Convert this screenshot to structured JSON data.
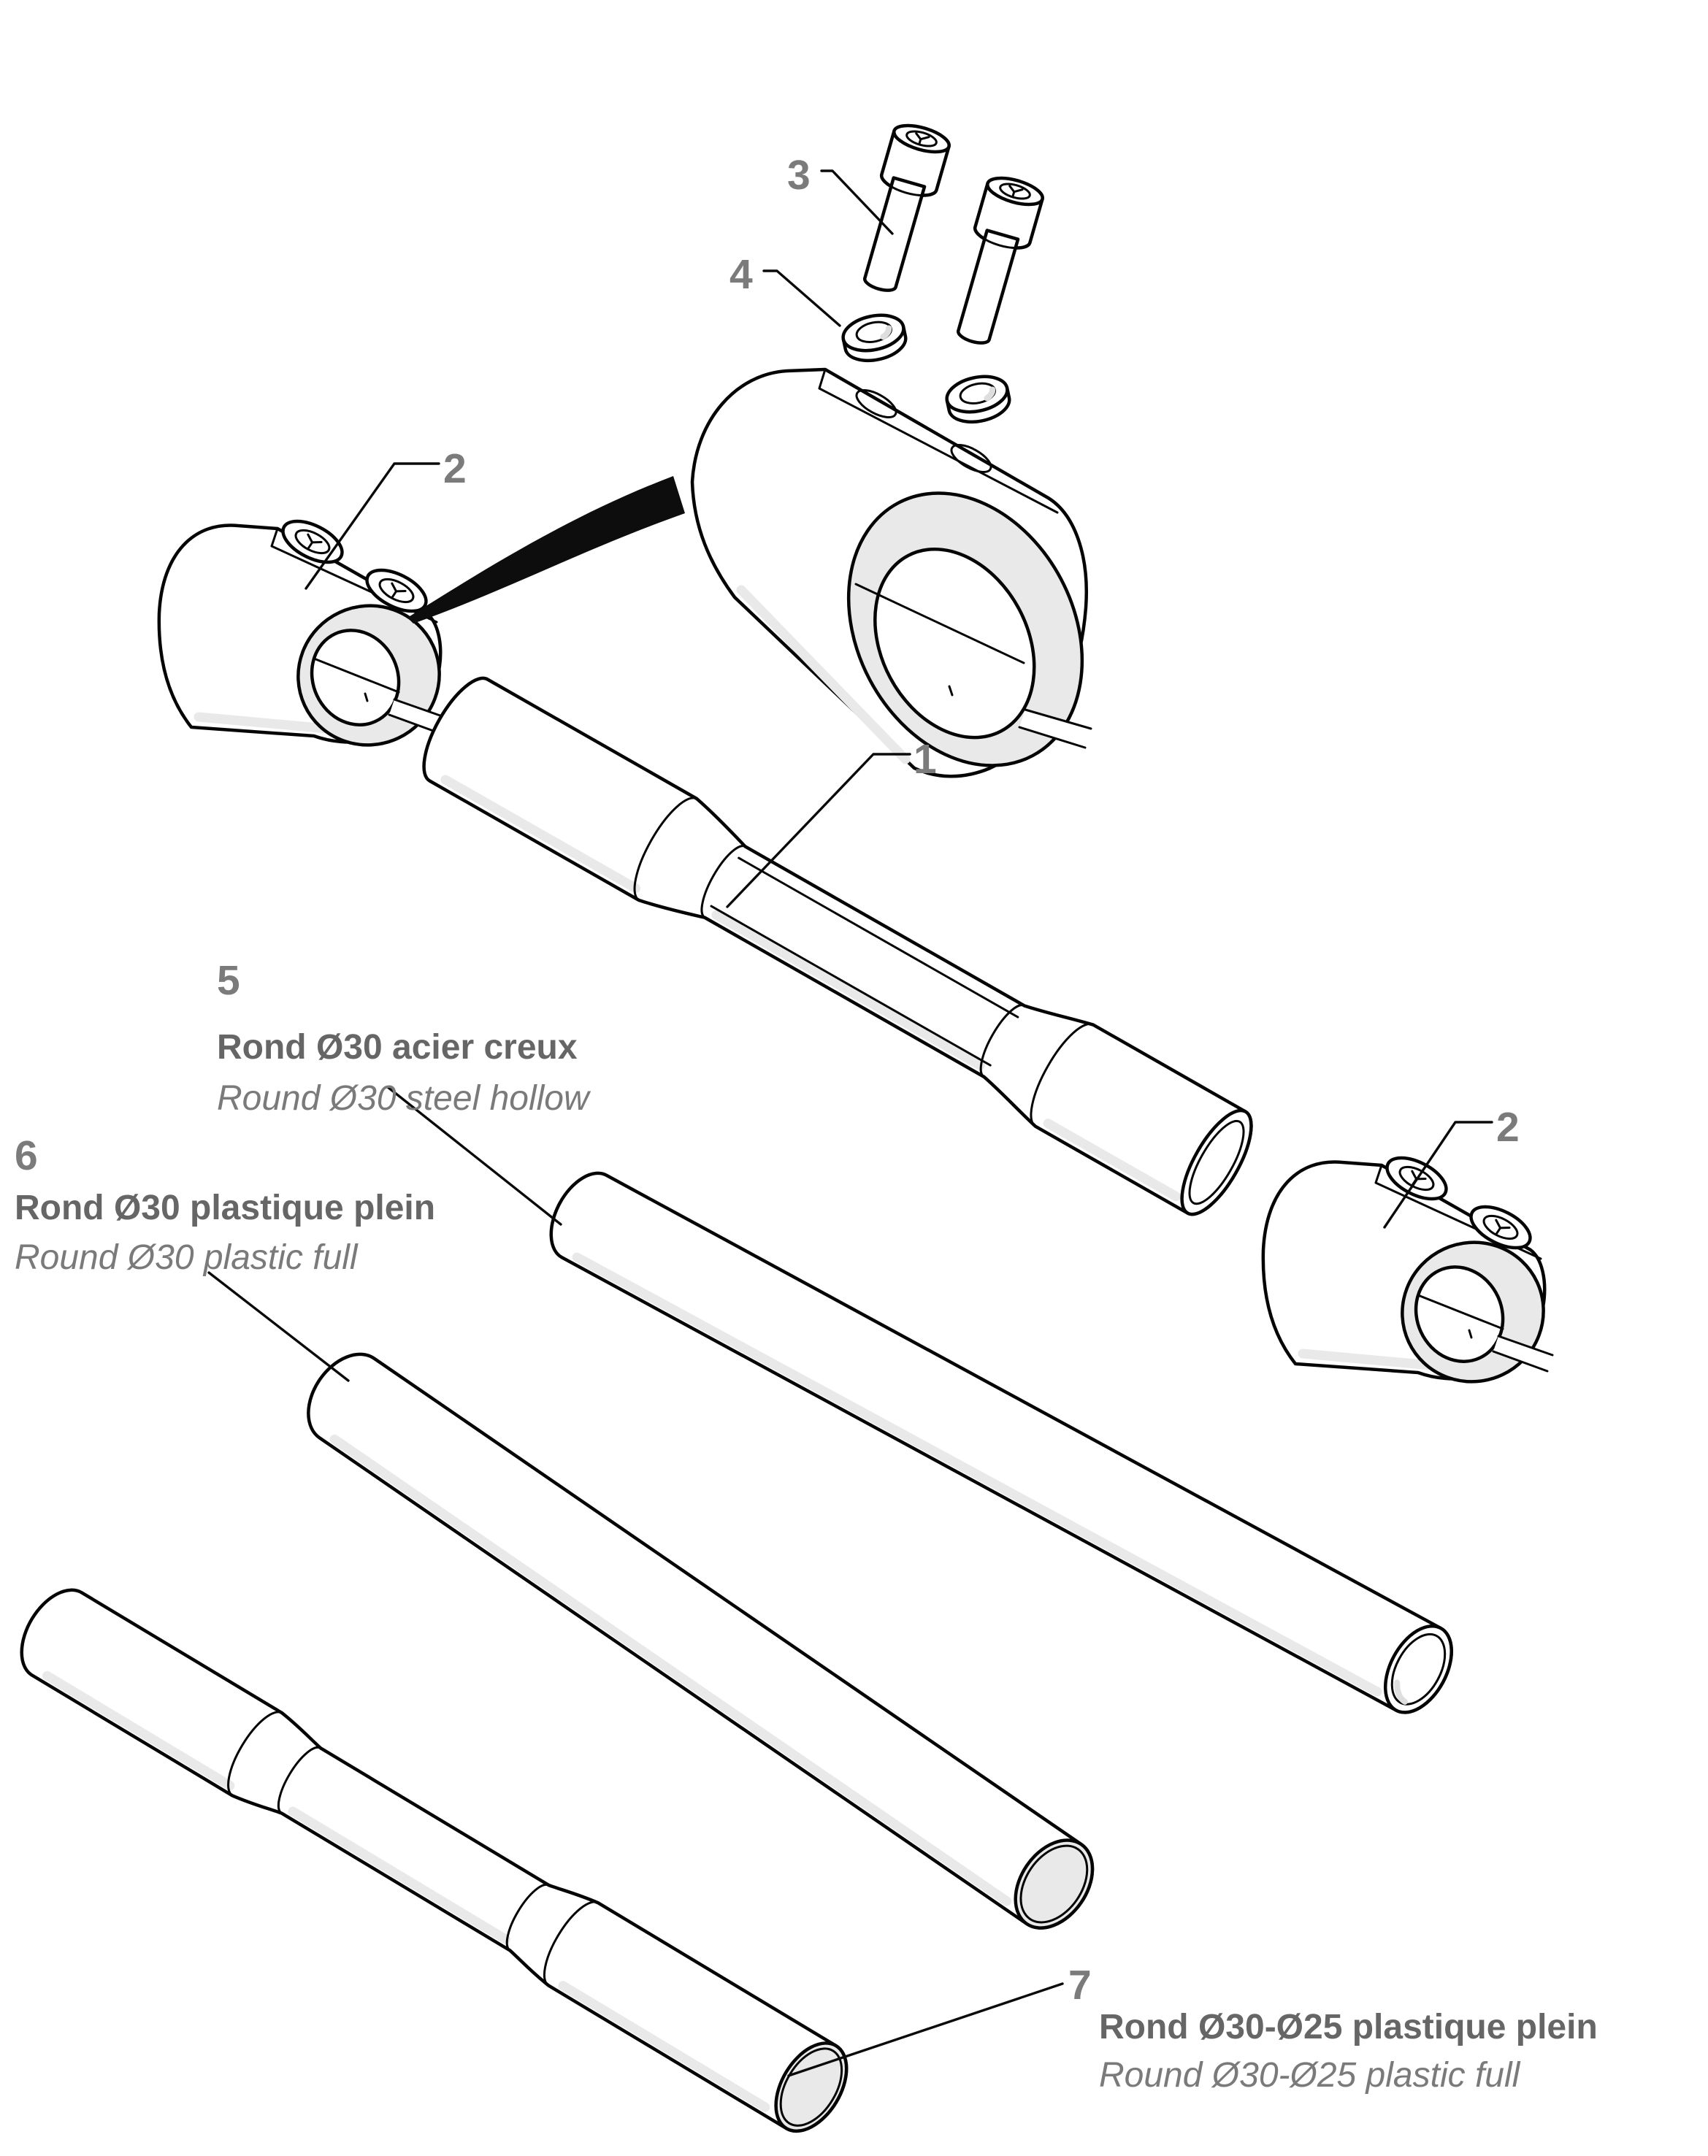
{
  "diagram": {
    "background_color": "#ffffff",
    "line_color": "#050505",
    "shade_color": "#e9e9e9",
    "number_color": "#7b7b7b",
    "text_color_fr": "#666666",
    "text_color_en": "#7a7a7a",
    "callouts": {
      "c1": {
        "number": "1"
      },
      "c2_left": {
        "number": "2"
      },
      "c2_right": {
        "number": "2"
      },
      "c3": {
        "number": "3"
      },
      "c4": {
        "number": "4"
      },
      "c5": {
        "number": "5",
        "title_fr": "Rond Ø30 acier creux",
        "title_en": "Round Ø30 steel hollow"
      },
      "c6": {
        "number": "6",
        "title_fr": "Rond Ø30 plastique plein",
        "title_en": "Round Ø30 plastic full"
      },
      "c7": {
        "number": "7",
        "title_fr": "Rond Ø30-Ø25 plastique plein",
        "title_en": "Round Ø30-Ø25 plastic full"
      }
    }
  }
}
